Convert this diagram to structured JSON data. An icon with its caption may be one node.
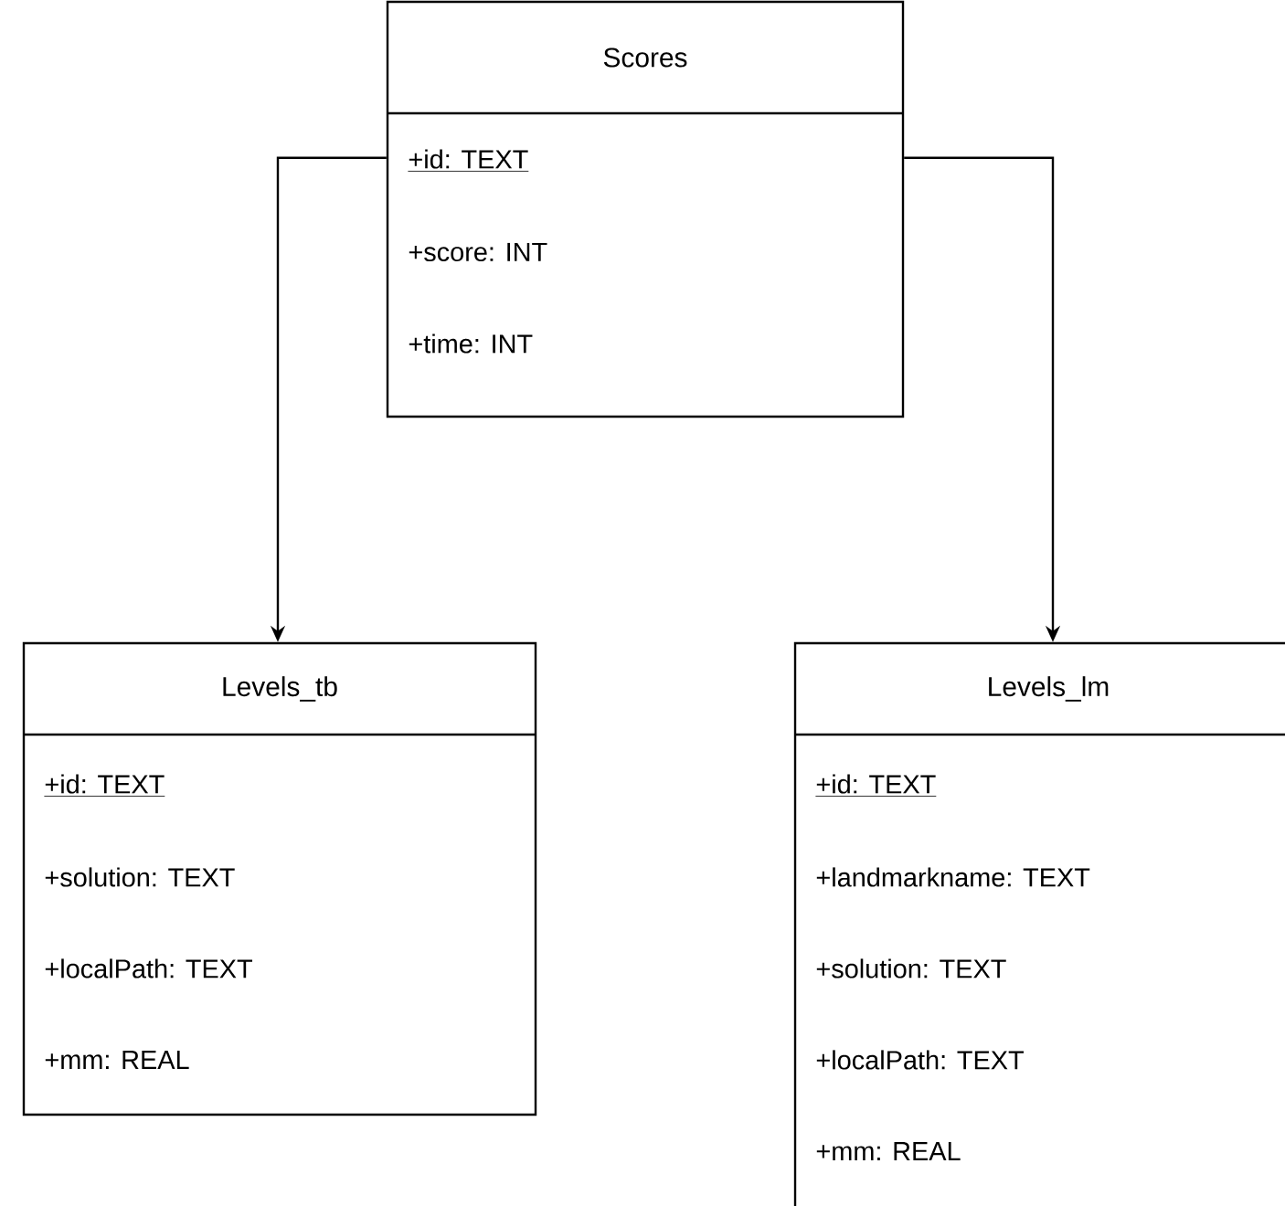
{
  "diagram": {
    "nodes": [
      {
        "text": [
          "Scores",
          "+id: TEXT",
          "+score: INT",
          "+time: INT"
        ]
      },
      {
        "text": [
          "Levels_tb",
          "+id: TEXT",
          "+solution: TEXT",
          "+localPath: TEXT",
          "+mm: REAL"
        ]
      },
      {
        "text": [
          "Levels_lm",
          "+id: TEXT",
          "+landmarkname: TEXT",
          "+solution: TEXT",
          "+localPath: TEXT",
          "+mm: REAL"
        ]
      }
    ],
    "edges": [
      {
        "from": 0,
        "to": 1,
        "arrow": "to"
      },
      {
        "from": 0,
        "to": 2,
        "arrow": "to"
      }
    ]
  }
}
